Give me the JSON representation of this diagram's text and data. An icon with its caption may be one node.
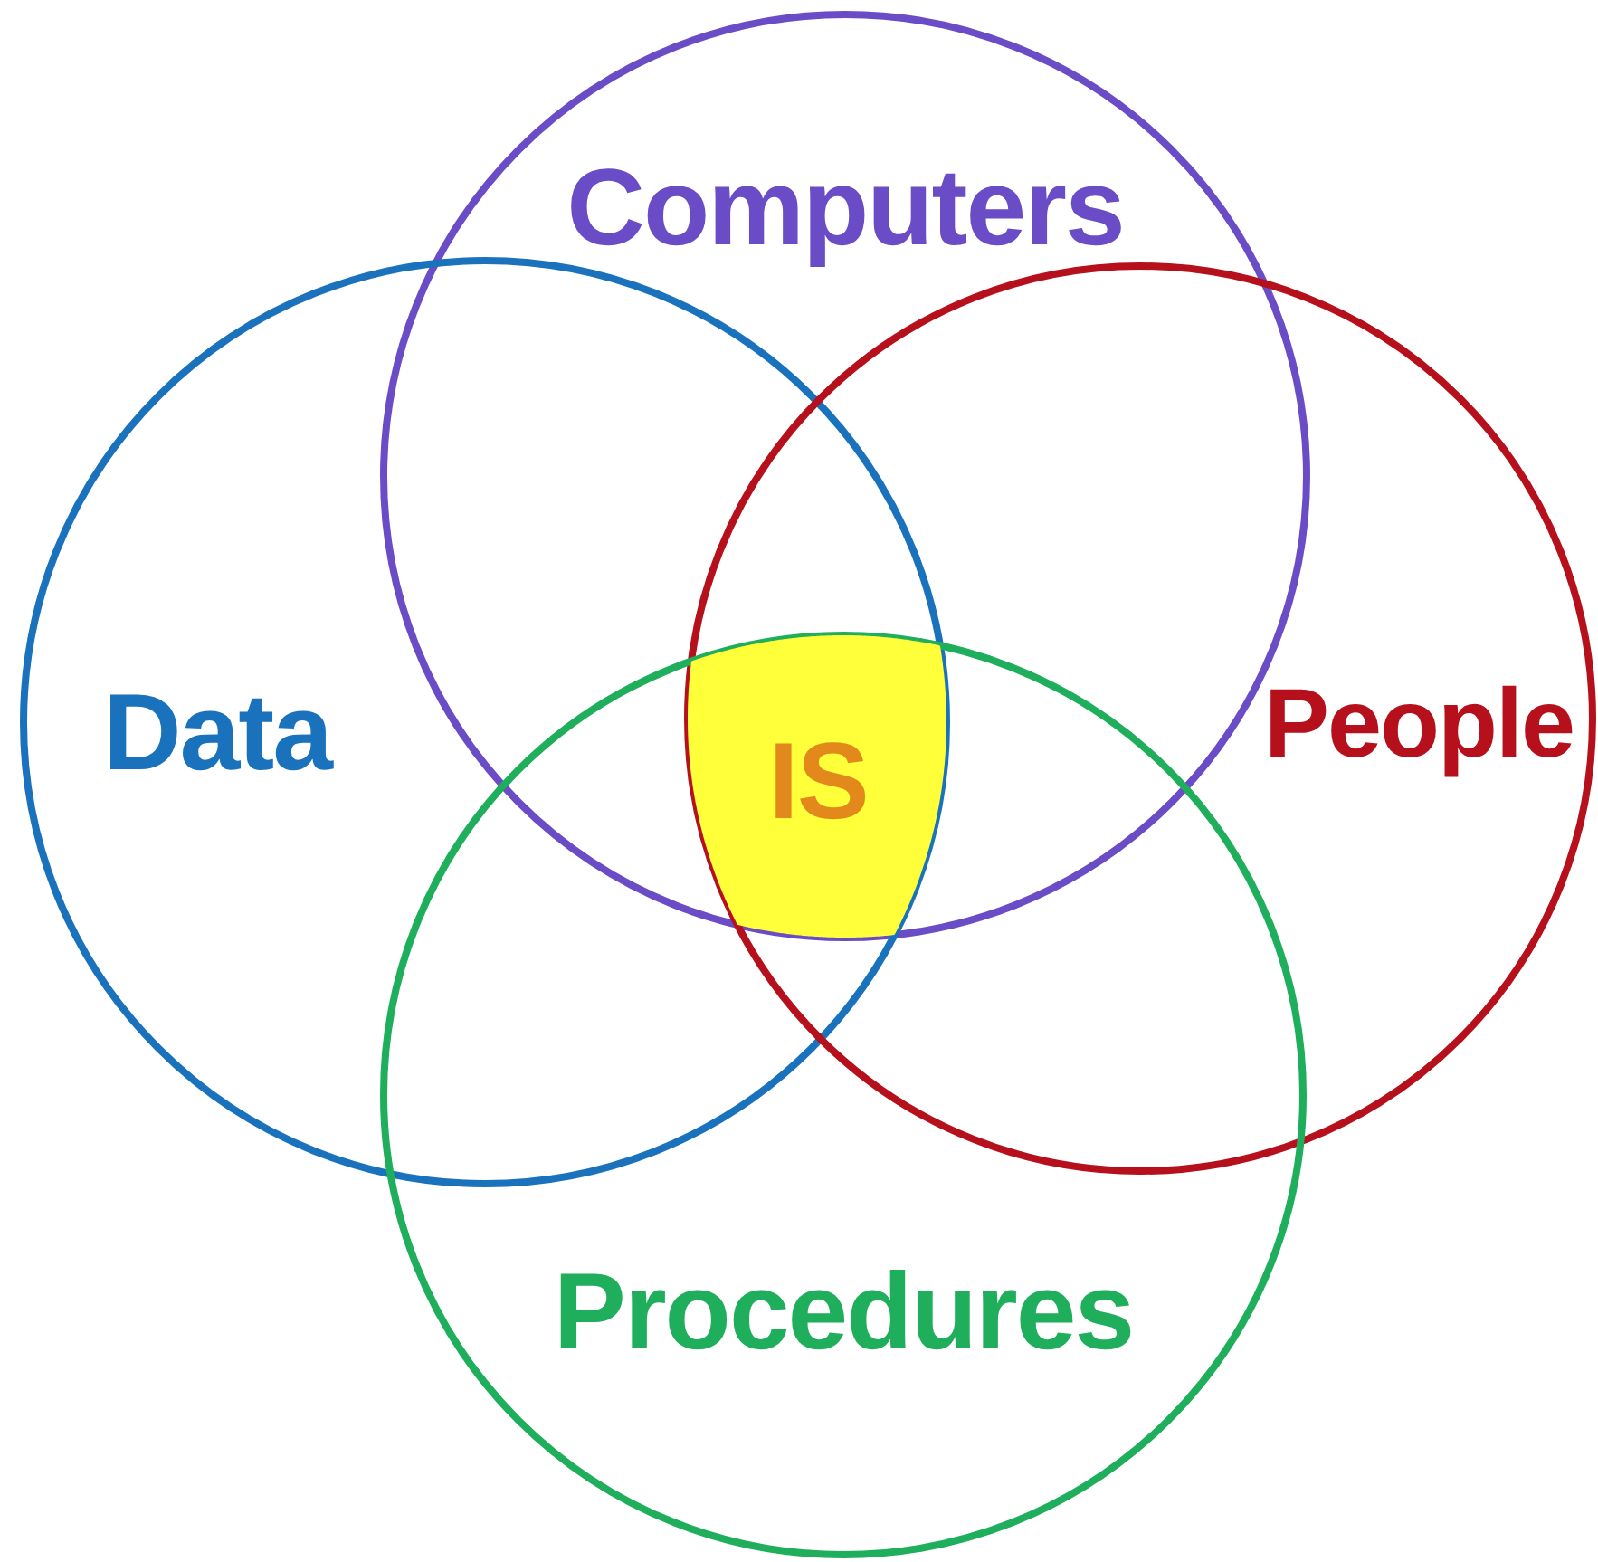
{
  "diagram": {
    "nodes": [
      {
        "text": [
          "Computers"
        ]
      },
      {
        "text": [
          "Data"
        ]
      },
      {
        "text": [
          "People"
        ]
      },
      {
        "text": [
          "Procedures"
        ]
      },
      {
        "text": [
          "IS"
        ]
      }
    ]
  }
}
